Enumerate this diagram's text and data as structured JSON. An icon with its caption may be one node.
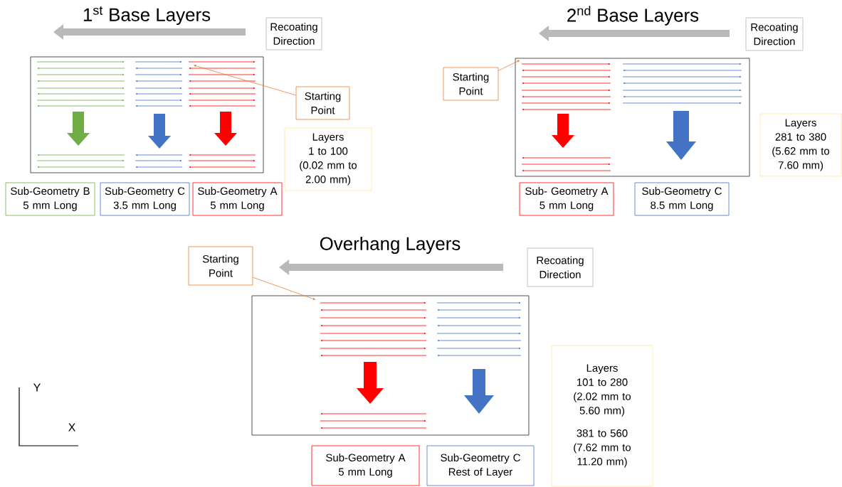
{
  "diagram": {
    "nodes": [
      {
        "text": [
          "Recoating Direction"
        ]
      },
      {
        "text": [],
        "shape": "box"
      },
      {
        "text": [
          "Starting Point"
        ]
      },
      {
        "text": [
          "Layers",
          "1 to 100 (0.02 mm to 2.00 mm)"
        ]
      },
      {
        "text": [
          "Sub-Geometry B",
          "5 mm Long"
        ]
      },
      {
        "text": [
          "Sub-Geometry C",
          "3.5 mm Long"
        ]
      },
      {
        "text": [
          "Sub-Geometry A",
          "5 mm Long"
        ]
      },
      {
        "text": [
          "Recoating Direction"
        ]
      },
      {
        "text": [
          "Starting Point"
        ]
      },
      {
        "text": [],
        "shape": "box"
      },
      {
        "text": [
          "Layers",
          "281 to 380 (5.62 mm to 7.60 mm)"
        ]
      },
      {
        "text": [
          "Sub- Geometry A",
          "5 mm Long"
        ]
      },
      {
        "text": [
          "Sub-Geometry C",
          "8.5 mm Long"
        ]
      },
      {
        "text": [
          "Starting Point"
        ]
      },
      {
        "text": [
          "Recoating Direction"
        ]
      },
      {
        "text": [],
        "shape": "box"
      },
      {
        "text": [
          "Layers",
          "101 to 280 (2.02 mm to 5.60 mm)",
          "381 to 560 (7.62 mm to 11.20 mm)"
        ]
      },
      {
        "text": [
          "Sub-Geometry A",
          "5 mm Long"
        ]
      },
      {
        "text": [
          "Sub-Geometry C",
          "Rest of Layer"
        ]
      }
    ],
    "edges": [
      {
        "from": 2,
        "to": 1,
        "arrow": "to"
      },
      {
        "from": 8,
        "to": 9,
        "arrow": "to"
      },
      {
        "from": 13,
        "to": 15,
        "arrow": "to"
      }
    ],
    "labels": [
      "1$^{st}$ Base Layers",
      "2$^{nd}$ Base Layers",
      "Overhang Layers",
      "Y",
      "X"
    ]
  }
}
